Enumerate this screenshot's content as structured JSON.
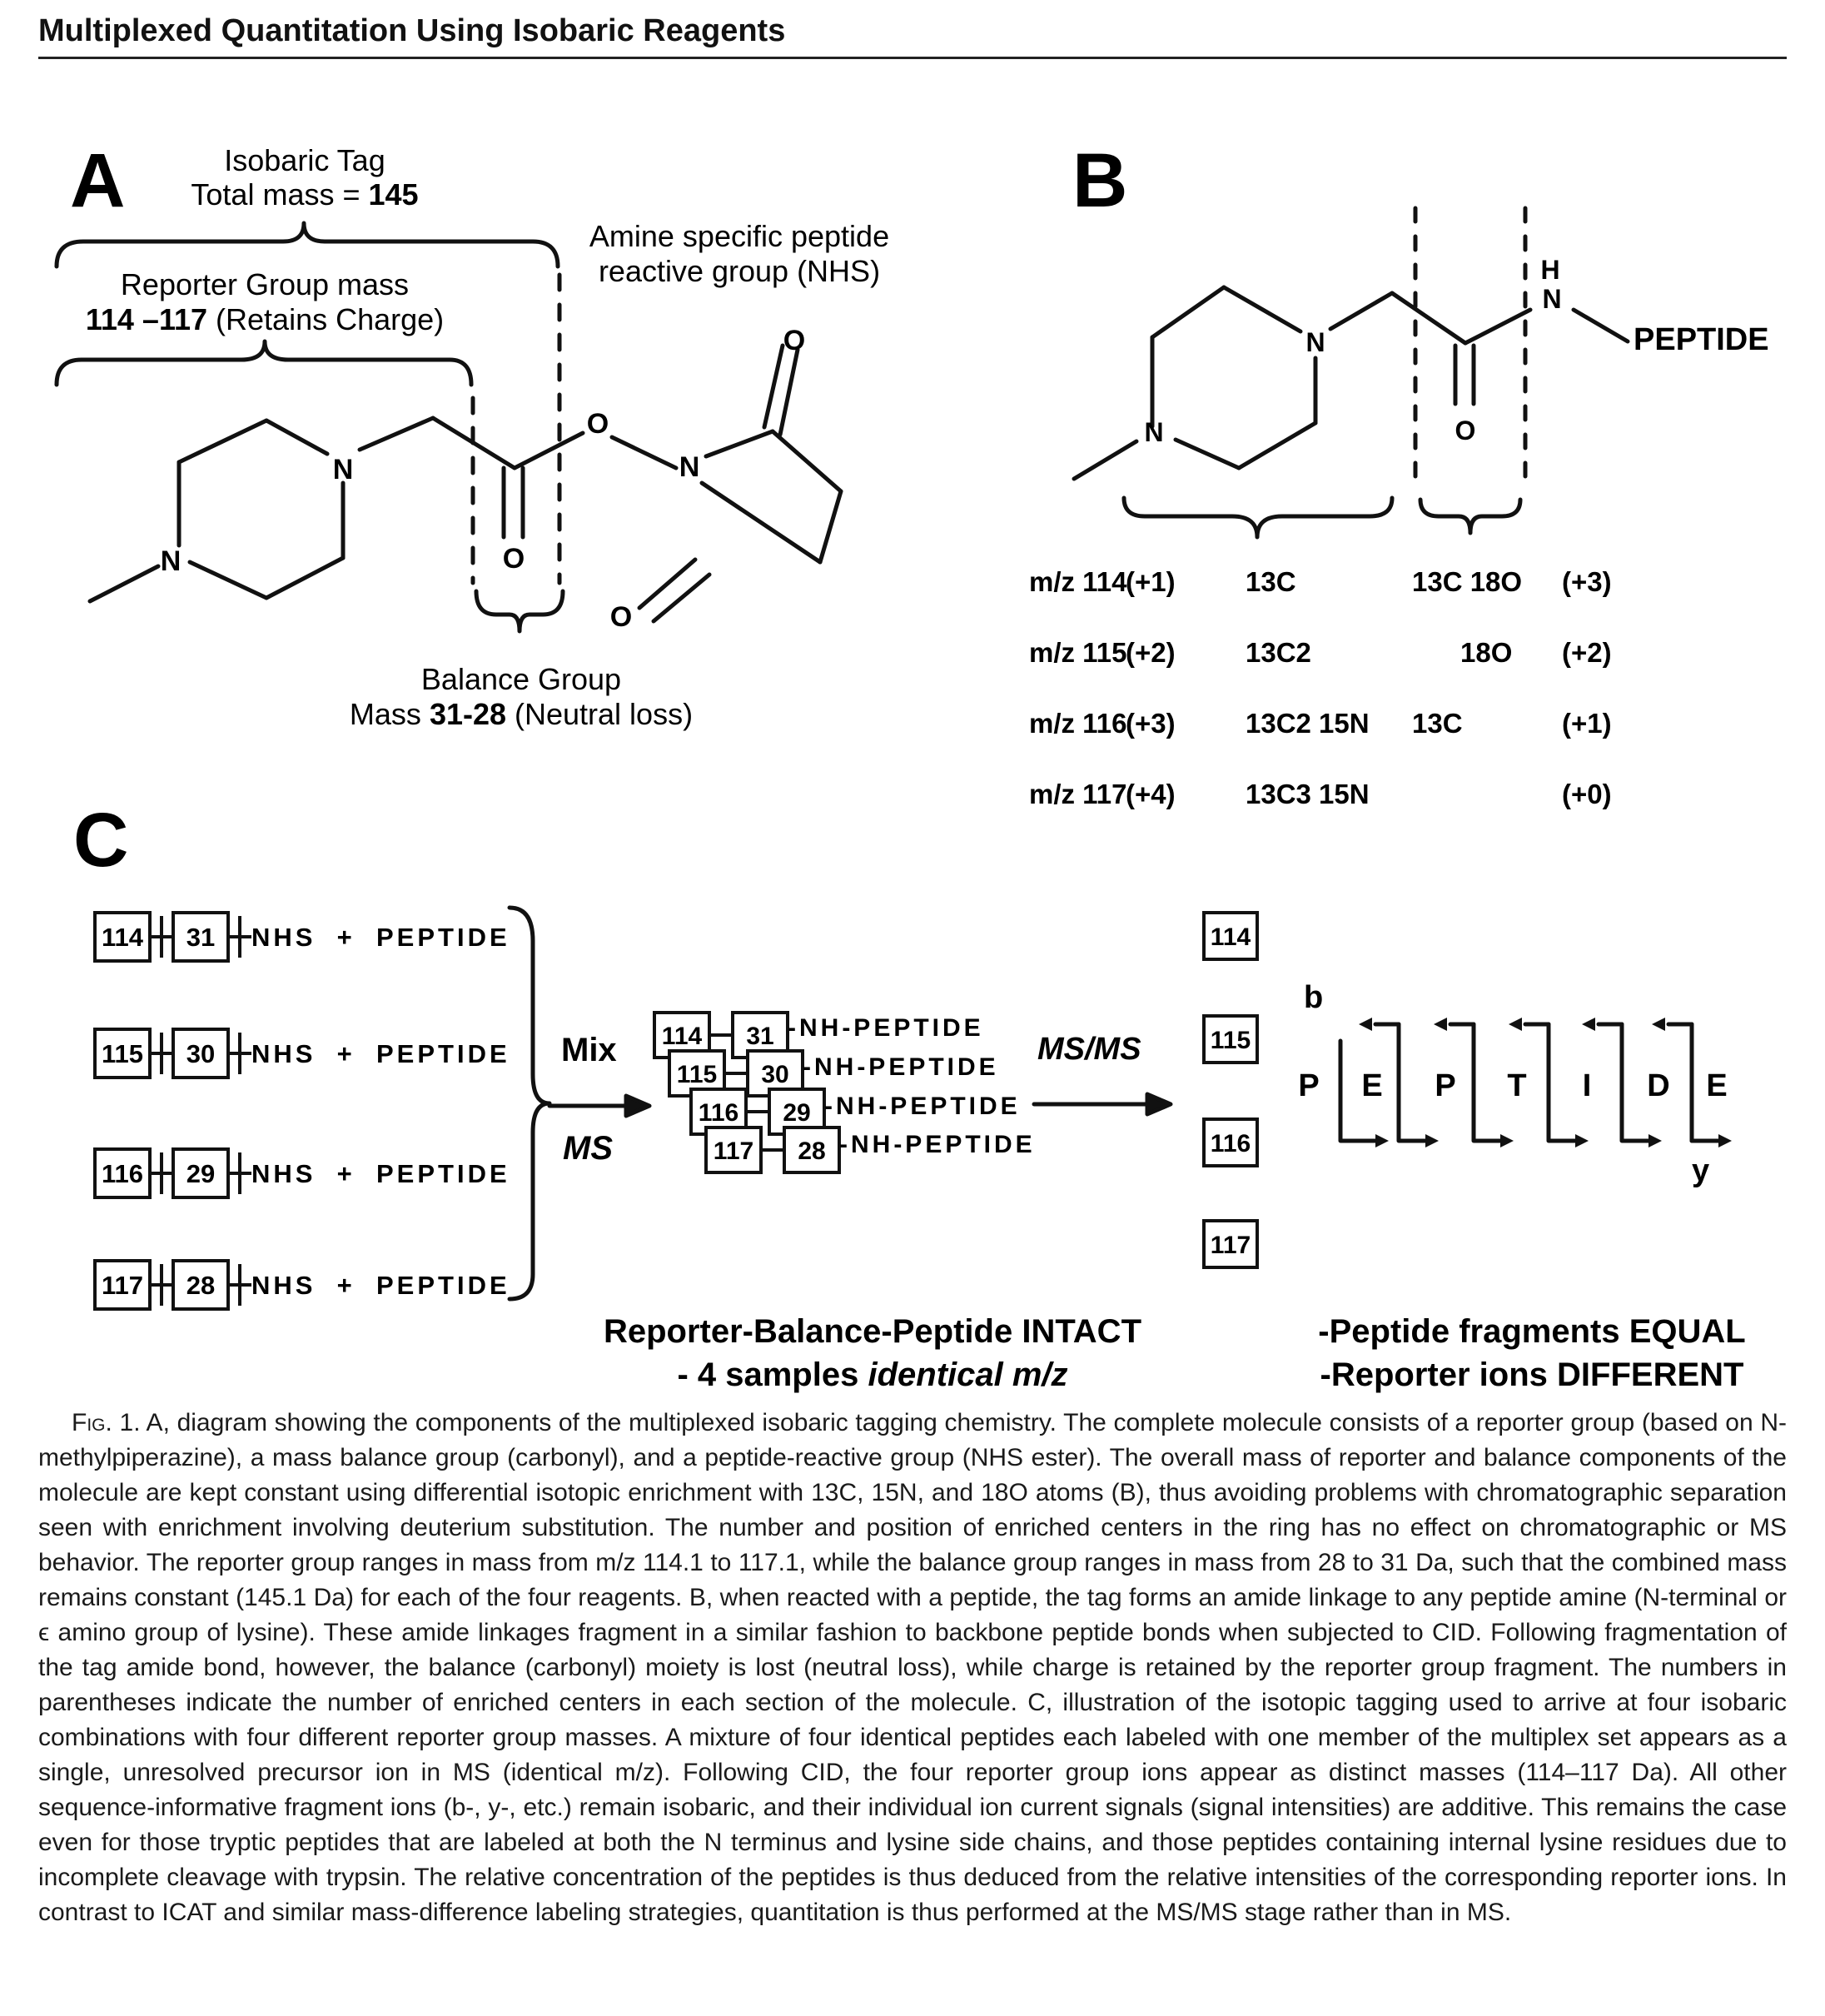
{
  "header": {
    "title": "Multiplexed Quantitation Using Isobaric Reagents"
  },
  "panel_a": {
    "label": "A",
    "tag_title": "Isobaric Tag",
    "tag_mass_text": "Total mass = ",
    "tag_mass_value": "145",
    "reporter_title": "Reporter Group mass",
    "reporter_range": "114 –117",
    "reporter_note": " (Retains Charge)",
    "amine_line1": "Amine specific peptide",
    "amine_line2": "reactive group (NHS)",
    "balance_title": "Balance Group",
    "balance_text": "Mass ",
    "balance_value": "31-28",
    "balance_note": " (Neutral loss)",
    "atoms": {
      "n": "N",
      "o": "O"
    }
  },
  "panel_b": {
    "label": "B",
    "peptide": "PEPTIDE",
    "h": "H",
    "rows": [
      {
        "mz": "m/z 114",
        "ring_count": "(+1)",
        "ring_iso": "13C",
        "bal_iso": "13C 18O",
        "bal_count": "(+3)"
      },
      {
        "mz": "m/z 115",
        "ring_count": "(+2)",
        "ring_iso": "13C2",
        "bal_iso": "18O",
        "bal_count": "(+2)"
      },
      {
        "mz": "m/z 116",
        "ring_count": "(+3)",
        "ring_iso": "13C2 15N",
        "bal_iso": "13C",
        "bal_count": "(+1)"
      },
      {
        "mz": "m/z 117",
        "ring_count": "(+4)",
        "ring_iso": "13C3 15N",
        "bal_iso": "",
        "bal_count": "(+0)"
      }
    ]
  },
  "panel_c": {
    "label": "C",
    "reagents": [
      {
        "reporter": "114",
        "balance": "31",
        "suffix": "NHS  +  PEPTIDE"
      },
      {
        "reporter": "115",
        "balance": "30",
        "suffix": "NHS  +  PEPTIDE"
      },
      {
        "reporter": "116",
        "balance": "29",
        "suffix": "NHS  +  PEPTIDE"
      },
      {
        "reporter": "117",
        "balance": "28",
        "suffix": "NHS  +  PEPTIDE"
      }
    ],
    "mix_label": "Mix",
    "ms_label": "MS",
    "msms_label": "MS/MS",
    "labeled": [
      {
        "reporter": "114",
        "balance": "31",
        "suffix": "-NH-PEPTIDE"
      },
      {
        "reporter": "115",
        "balance": "30",
        "suffix": "-NH-PEPTIDE"
      },
      {
        "reporter": "116",
        "balance": "29",
        "suffix": "-NH-PEPTIDE"
      },
      {
        "reporter": "117",
        "balance": "28",
        "suffix": "-NH-PEPTIDE"
      }
    ],
    "reporter_ions": [
      "114",
      "115",
      "116",
      "117"
    ],
    "b_label": "b",
    "y_label": "y",
    "residues": [
      "P",
      "E",
      "P",
      "T",
      "I",
      "D",
      "E"
    ],
    "intact_line1": "Reporter-Balance-Peptide INTACT",
    "intact_line2_a": "- 4 samples ",
    "intact_line2_b": "identical m/z",
    "frag_line1": "-Peptide fragments EQUAL",
    "frag_line2": "-Reporter ions DIFFERENT"
  },
  "caption": {
    "fig": "Fig. 1.",
    "text": " A, diagram showing the components of the multiplexed isobaric tagging chemistry. The complete molecule consists of a reporter group (based on N-methylpiperazine), a mass balance group (carbonyl), and a peptide-reactive group (NHS ester). The overall mass of reporter and balance components of the molecule are kept constant using differential isotopic enrichment with 13C, 15N, and 18O atoms (B), thus avoiding problems with chromatographic separation seen with enrichment involving deuterium substitution. The number and position of enriched centers in the ring has no effect on chromatographic or MS behavior. The reporter group ranges in mass from m/z 114.1 to 117.1, while the balance group ranges in mass from 28 to 31 Da, such that the combined mass remains constant (145.1 Da) for each of the four reagents. B, when reacted with a peptide, the tag forms an amide linkage to any peptide amine (N-terminal or ϵ amino group of lysine). These amide linkages fragment in a similar fashion to backbone peptide bonds when subjected to CID. Following fragmentation of the tag amide bond, however, the balance (carbonyl) moiety is lost (neutral loss), while charge is retained by the reporter group fragment. The numbers in parentheses indicate the number of enriched centers in each section of the molecule. C, illustration of the isotopic tagging used to arrive at four isobaric combinations with four different reporter group masses. A mixture of four identical peptides each labeled with one member of the multiplex set appears as a single, unresolved precursor ion in MS (identical m/z). Following CID, the four reporter group ions appear as distinct masses (114–117 Da). All other sequence-informative fragment ions (b-, y-, etc.) remain isobaric, and their individual ion current signals (signal intensities) are additive. This remains the case even for those tryptic peptides that are labeled at both the N terminus and lysine side chains, and those peptides containing internal lysine residues due to incomplete cleavage with trypsin. The relative concentration of the peptides is thus deduced from the relative intensities of the corresponding reporter ions. In contrast to ICAT and similar mass-difference labeling strategies, quantitation is thus performed at the MS/MS stage rather than in MS."
  }
}
